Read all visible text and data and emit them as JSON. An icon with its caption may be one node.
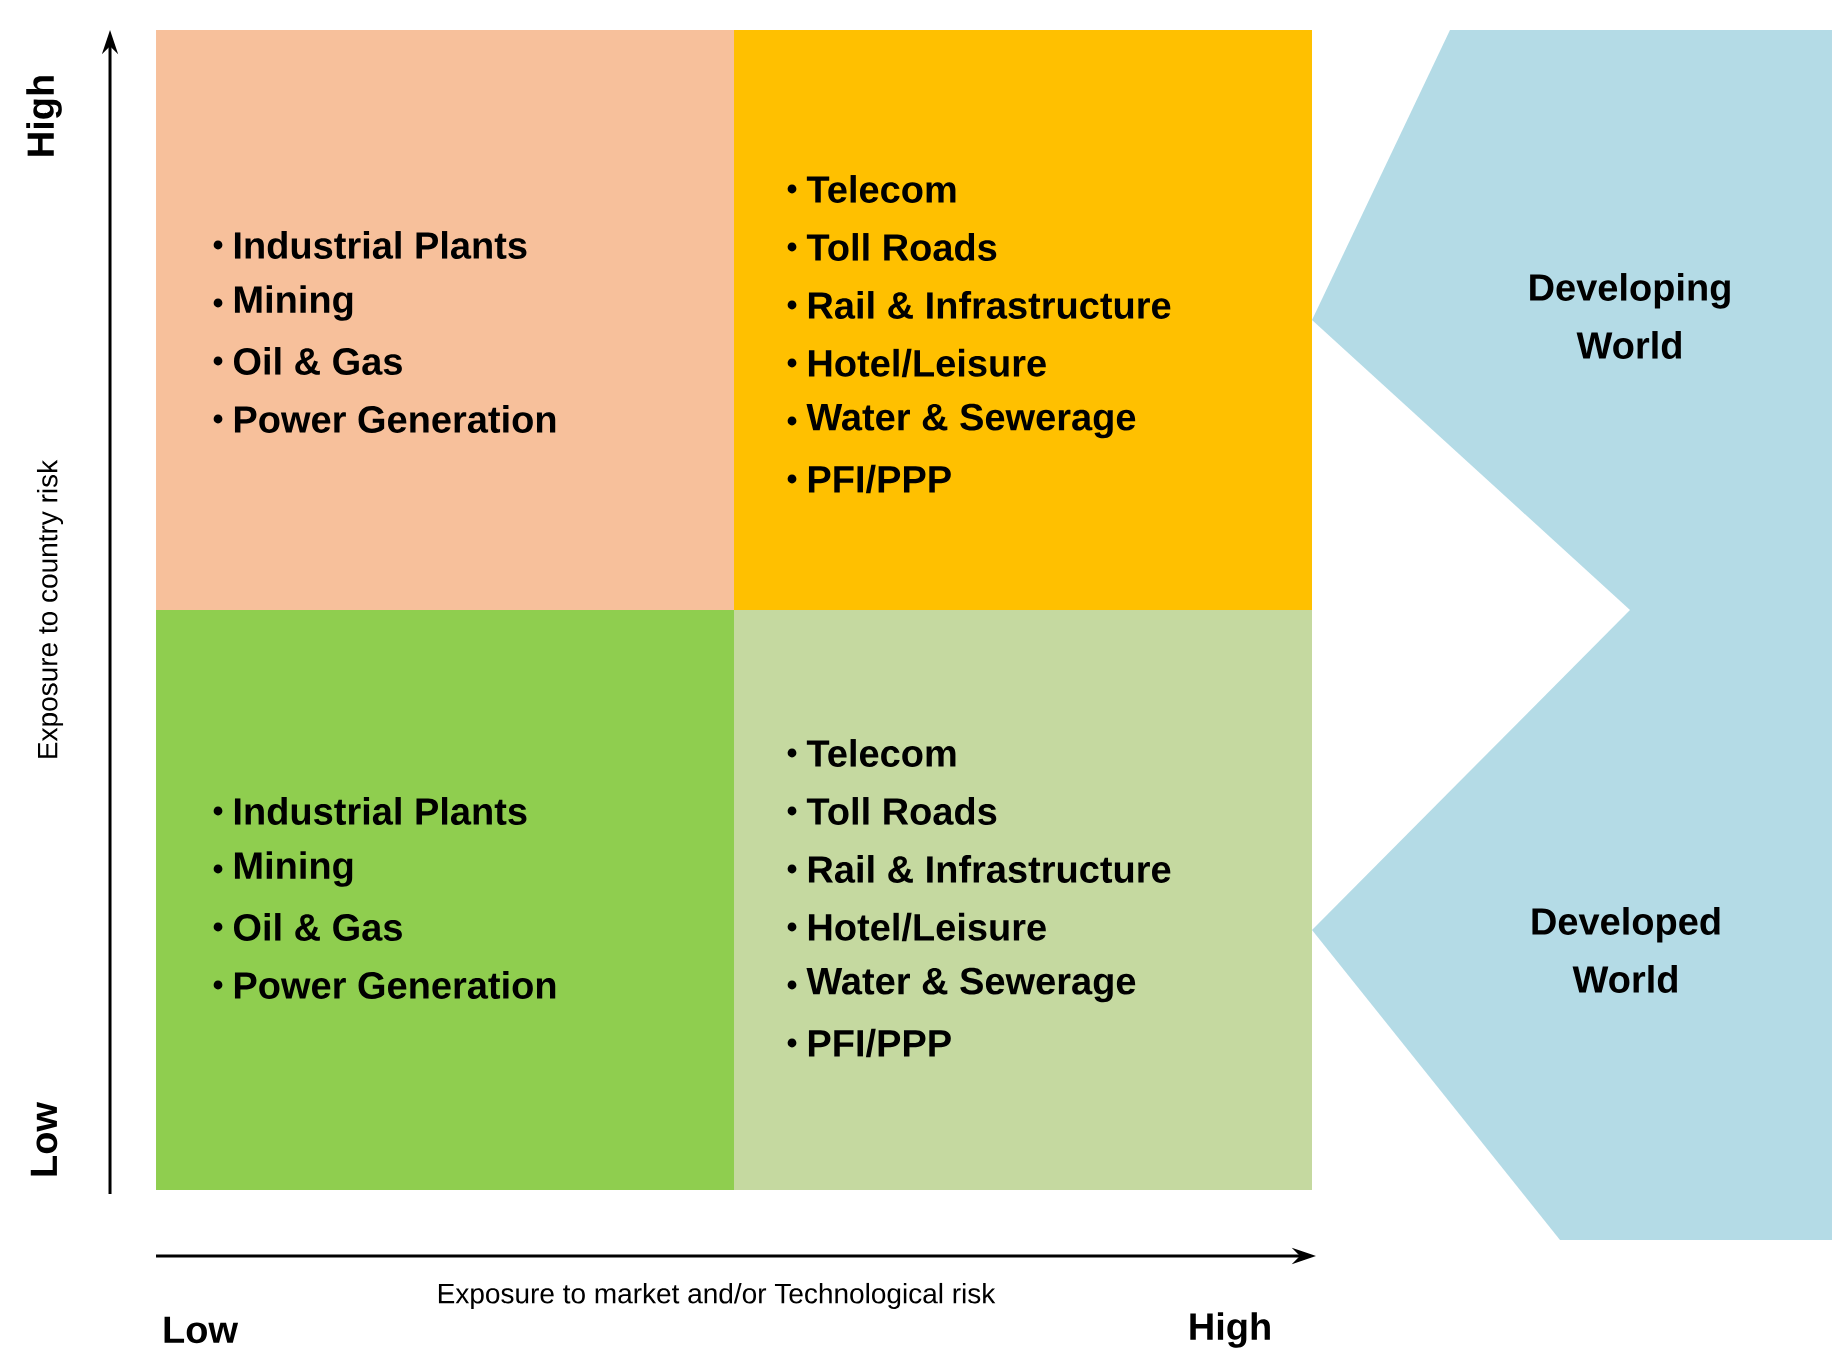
{
  "diagram": {
    "nodes": [
      {
        "text": [
          "Industrial Plants",
          "Mining",
          "Oil & Gas",
          "Power Generation"
        ]
      },
      {
        "text": [
          "Telecom",
          "Toll Roads",
          "Rail & Infrastructure",
          "Hotel/Leisure",
          "Water & Sewerage",
          "PFI/PPP"
        ]
      },
      {
        "text": [
          "Industrial Plants",
          "Mining",
          "Oil & Gas",
          "Power Generation"
        ]
      },
      {
        "text": [
          "Telecom",
          "Toll Roads",
          "Rail & Infrastructure",
          "Hotel/Leisure",
          "Water & Sewerage",
          "PFI/PPP"
        ]
      },
      {
        "text": [
          "Developing World"
        ]
      },
      {
        "text": [
          "Developed World"
        ]
      }
    ],
    "labels": [
      "High",
      "Exposure to country risk",
      "Low",
      "Exposure to market and/or Technological risk",
      "Low",
      "High"
    ]
  }
}
